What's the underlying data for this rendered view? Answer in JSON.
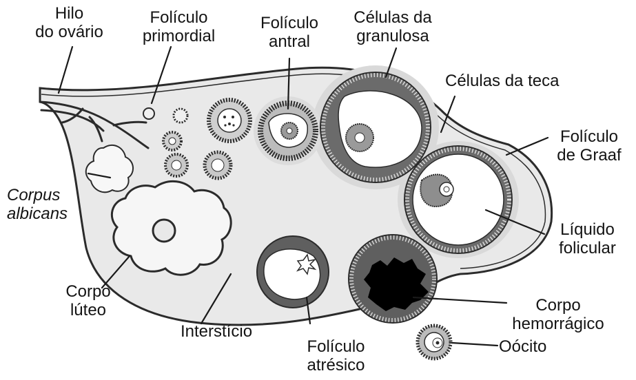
{
  "labels": {
    "hilo": [
      "Hilo",
      "do ovário"
    ],
    "primordial": [
      "Folículo",
      "primordial"
    ],
    "antral": [
      "Folículo",
      "antral"
    ],
    "granulosa": [
      "Células da",
      "granulosa"
    ],
    "teca": [
      "Células da teca"
    ],
    "graaf": [
      "Folículo",
      "de Graaf"
    ],
    "albicans": [
      "Corpus",
      "albicans"
    ],
    "liquido": [
      "Líquido",
      "folicular"
    ],
    "luteo": [
      "Corpo",
      "lúteo"
    ],
    "intersticio": [
      "Interstício"
    ],
    "atresico": [
      "Folículo",
      "atrésico"
    ],
    "hemorragico": [
      "Corpo",
      "hemorrágico"
    ],
    "oocito": [
      "Oócito"
    ]
  },
  "colors": {
    "stroma": "#e9e9e9",
    "outline": "#2b2b2b",
    "granulosa": "#555555",
    "clot": "#000000"
  }
}
